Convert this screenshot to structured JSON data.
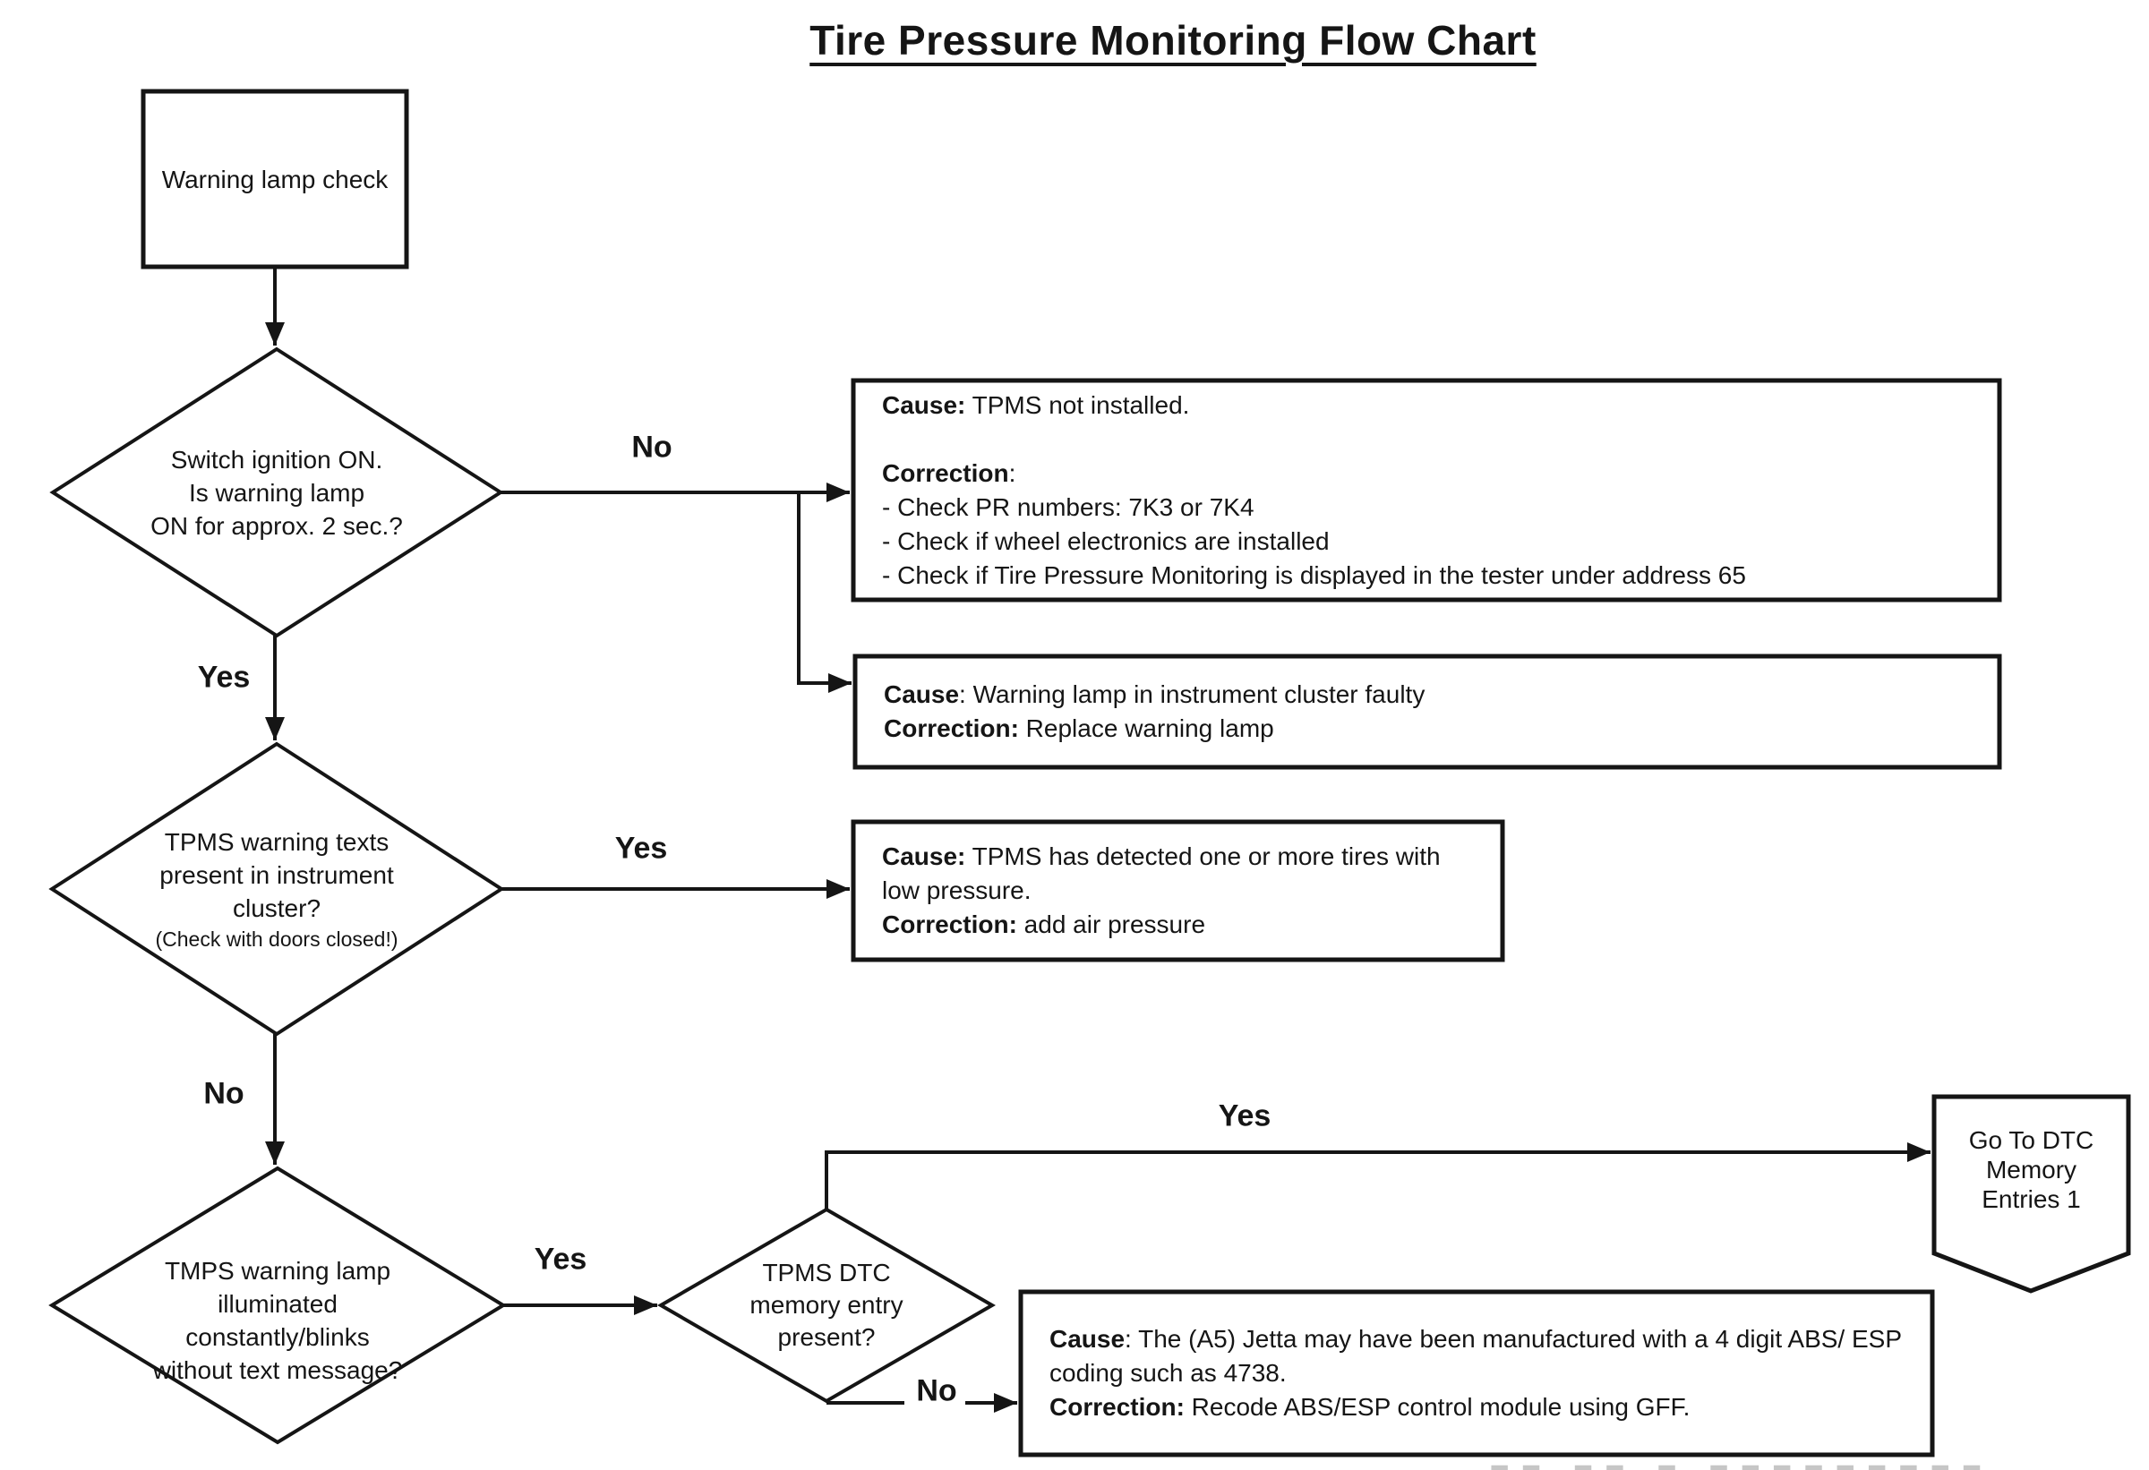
{
  "title": "Tire Pressure Monitoring Flow Chart",
  "colors": {
    "ink": "#151515",
    "background": "#ffffff",
    "watermark": "#c6c6c6"
  },
  "nodes": {
    "start": {
      "label": "Warning lamp check"
    },
    "d1": {
      "lines": [
        "Switch ignition ON.",
        "Is warning lamp",
        "ON for approx. 2 sec.?"
      ]
    },
    "d2": {
      "lines": [
        "TPMS warning texts",
        "present in instrument",
        "cluster?"
      ],
      "note": "(Check with doors closed!)"
    },
    "d3": {
      "lines": [
        "TMPS warning lamp",
        "illuminated",
        "constantly/blinks",
        "without text message?"
      ]
    },
    "d4": {
      "lines": [
        "TPMS DTC",
        "memory entry",
        "present?"
      ]
    },
    "goto1": {
      "lines": [
        "Go To DTC",
        "Memory",
        "Entries 1"
      ]
    },
    "cause1": {
      "lines": [
        {
          "b": "Cause:",
          "r": " TPMS not installed."
        },
        {
          "b": "",
          "r": ""
        },
        {
          "b": "Correction",
          "r": ":"
        },
        {
          "b": "",
          "r": " - Check PR numbers: 7K3 or 7K4"
        },
        {
          "b": "",
          "r": " - Check if wheel electronics are installed"
        },
        {
          "b": "",
          "r": " - Check if Tire Pressure Monitoring is displayed in the tester under address 65"
        }
      ]
    },
    "cause2": {
      "lines": [
        {
          "b": "Cause",
          "r": ": Warning lamp in instrument cluster faulty"
        },
        {
          "b": "Correction:",
          "r": " Replace warning lamp"
        }
      ]
    },
    "cause3": {
      "lines": [
        {
          "b": "Cause:",
          "r": " TPMS has detected one or more tires with"
        },
        {
          "b": "",
          "r": "low pressure."
        },
        {
          "b": "Correction:",
          "r": " add air pressure"
        }
      ]
    },
    "cause4": {
      "lines": [
        {
          "b": "Cause",
          "r": ": The (A5) Jetta may have been manufactured with a 4 digit ABS/ ESP"
        },
        {
          "b": "",
          "r": "coding such as 4738."
        },
        {
          "b": "Correction:",
          "r": " Recode ABS/ESP control module using GFF."
        }
      ]
    }
  },
  "edges": {
    "d1_no": "No",
    "d1_yes": "Yes",
    "d2_yes": "Yes",
    "d2_no": "No",
    "d3_yes": "Yes",
    "d4_yes": "Yes",
    "d4_no": "No"
  },
  "watermark_fragment": "▮▮  ▮▮  ▮  ▮▮▮▮▮▮▮▮▮"
}
